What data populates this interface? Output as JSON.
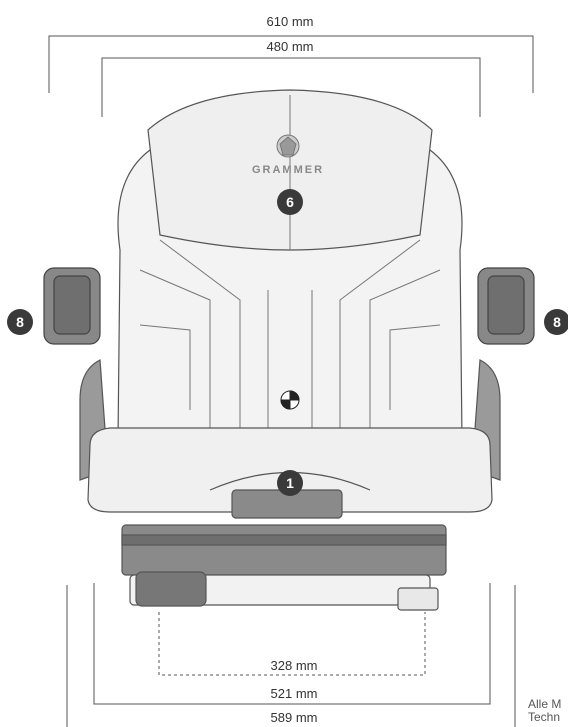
{
  "brand": {
    "name": "GRAMMER"
  },
  "dimensions": {
    "top_outer": "610 mm",
    "top_inner": "480 mm",
    "bottom_inner": "328 mm",
    "bottom_middle": "521 mm",
    "bottom_outer": "589 mm"
  },
  "callouts": {
    "backrest": "6",
    "seat": "1",
    "armrest_left": "8",
    "armrest_right": "8"
  },
  "note": {
    "line1": "Alle M",
    "line2": "Techn"
  },
  "colors": {
    "line": "#555555",
    "badge": "#3a3a3a",
    "seat_fill": "#f2f2f2",
    "dark_part": "#777777"
  }
}
